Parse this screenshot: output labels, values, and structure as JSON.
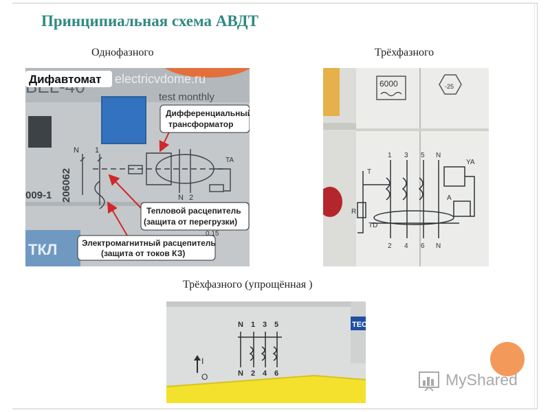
{
  "slide": {
    "title": "Принципиальная схема АВДТ",
    "captions": {
      "single_phase": "Однофазного",
      "three_phase": "Трёхфазного",
      "three_phase_simplified": "Трёхфазного (упрощённая )"
    }
  },
  "photo_single_phase": {
    "badge": "Дифавтомат",
    "watermark": "electricvdome.ru",
    "model_fragment": "BEL-40",
    "test_text": "test monthly",
    "terminals": [
      "N",
      "1"
    ],
    "terminals_bottom": [
      "N",
      "2"
    ],
    "serial": "206062",
    "code_fragment": "009-1",
    "brand_fragment": "ТКЛ",
    "bottom_fragment": "0.15",
    "ta_label": "TA",
    "callouts": {
      "transformer": [
        "Дифференциальный",
        "трансформатор"
      ],
      "thermal": [
        "Тепловой расцепитель",
        "(защита от перегрузки)"
      ],
      "magnetic": [
        "Электромагнитный расцепитель",
        "(защита от токов КЗ)"
      ]
    }
  },
  "photo_three_phase": {
    "rating": "6000",
    "temp": "-25",
    "terminals_top": [
      "1",
      "3",
      "5",
      "N"
    ],
    "terminals_bottom": [
      "2",
      "4",
      "6",
      "N"
    ],
    "labels": {
      "t": "T",
      "r": "R",
      "td": "TD",
      "ya": "YA",
      "a": "A"
    }
  },
  "photo_simplified": {
    "terminals_top": [
      "N",
      "1",
      "3",
      "5"
    ],
    "terminals_bottom": [
      "N",
      "2",
      "4",
      "6"
    ],
    "switch_on": "I",
    "switch_off": "O",
    "brand_fragment": "TEC"
  },
  "logo": {
    "text": "MyShared"
  },
  "colors": {
    "title": "#2f8a81",
    "accent_circle": "#f39a5a",
    "callout_arrow": "#d0282a"
  }
}
